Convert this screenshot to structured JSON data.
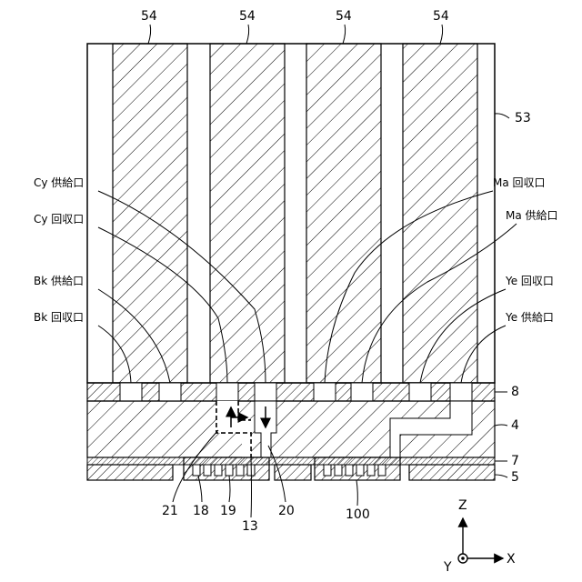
{
  "tanks": {
    "top_labels": [
      "54",
      "54",
      "54",
      "54"
    ],
    "frame_label": "53"
  },
  "ports": {
    "left": [
      "Cy 供給口",
      "Cy 回収口",
      "Bk 供給口",
      "Bk 回収口"
    ],
    "right": [
      "Ma 回収口",
      "Ma 供給口",
      "Ye 回収口",
      "Ye 供給口"
    ]
  },
  "layers": {
    "l8": "8",
    "l4": "4",
    "l7": "7",
    "l5": "5"
  },
  "bottom_labels": {
    "b21": "21",
    "b18": "18",
    "b19": "19",
    "b13": "13",
    "b20": "20",
    "b100": "100"
  },
  "axes": {
    "z": "Z",
    "x": "X",
    "y": "Y"
  }
}
